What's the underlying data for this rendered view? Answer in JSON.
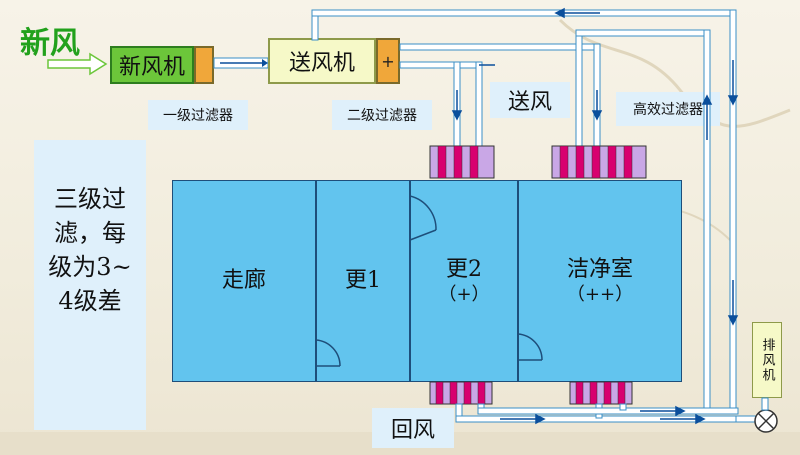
{
  "fresh_air": "新风",
  "units": {
    "fresh_air_unit": "新风机",
    "supply_fan": "送风机",
    "supply_fan_mark": "+",
    "exhaust_fan": "排风机"
  },
  "filters": {
    "primary": "一级过滤器",
    "secondary": "二级过滤器",
    "hepa": "高效过滤器"
  },
  "flows": {
    "supply": "送风",
    "return": "回风"
  },
  "note": "三级过滤，每级为3~4级差",
  "rooms": {
    "corridor": "走廊",
    "change1": "更1",
    "change2": "更2",
    "change2_pressure": "（+）",
    "cleanroom": "洁净室",
    "cleanroom_pressure": "（++）"
  },
  "colors": {
    "fresh_green": "#22a11c",
    "unit_green": "#6cc63a",
    "supply_fan_bg": "#f6f9c8",
    "fan_orange": "#f0a73a",
    "room_blue": "#62c4ee",
    "filter_magenta": "#d8006f",
    "filter_lilac": "#c9a7e6",
    "duct": "#ffffff",
    "label_bg": "#dff0fb"
  }
}
